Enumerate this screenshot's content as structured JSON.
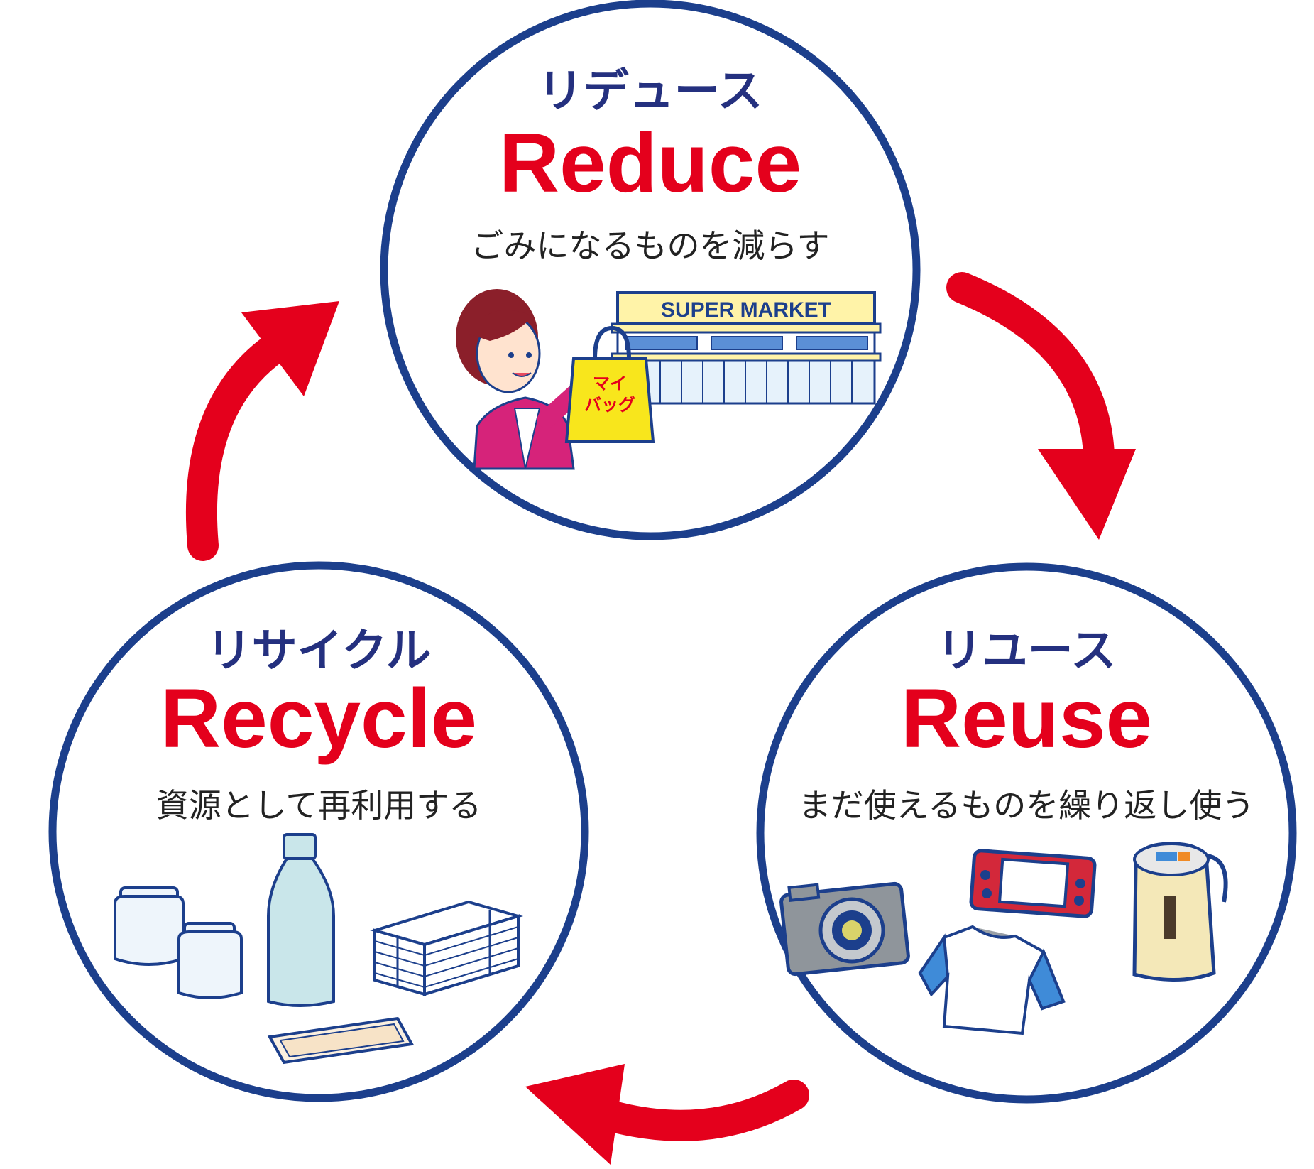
{
  "colors": {
    "circle_border": "#1c3f8c",
    "title_ja": "#24307f",
    "title_en": "#e4001c",
    "arrow": "#e4001c",
    "description": "#222222"
  },
  "reduce": {
    "title_ja": "リデュース",
    "title_en": "Reduce",
    "description": "ごみになるものを減らす",
    "store_sign": "SUPER MARKET",
    "bag_label_line1": "マイ",
    "bag_label_line2": "バッグ"
  },
  "reuse": {
    "title_ja": "リユース",
    "title_en": "Reuse",
    "description": "まだ使えるものを繰り返し使う"
  },
  "recycle": {
    "title_ja": "リサイクル",
    "title_en": "Recycle",
    "description": "資源として再利用する"
  },
  "icons": {
    "reduce": [
      "woman-icon",
      "shopping-bag-icon",
      "supermarket-icon"
    ],
    "reuse": [
      "camera-icon",
      "game-console-icon",
      "tshirt-icon",
      "thermos-icon"
    ],
    "recycle": [
      "jar-icon",
      "bottle-icon",
      "newspaper-bundle-icon",
      "food-tray-icon"
    ]
  },
  "cycle_direction": "clockwise"
}
